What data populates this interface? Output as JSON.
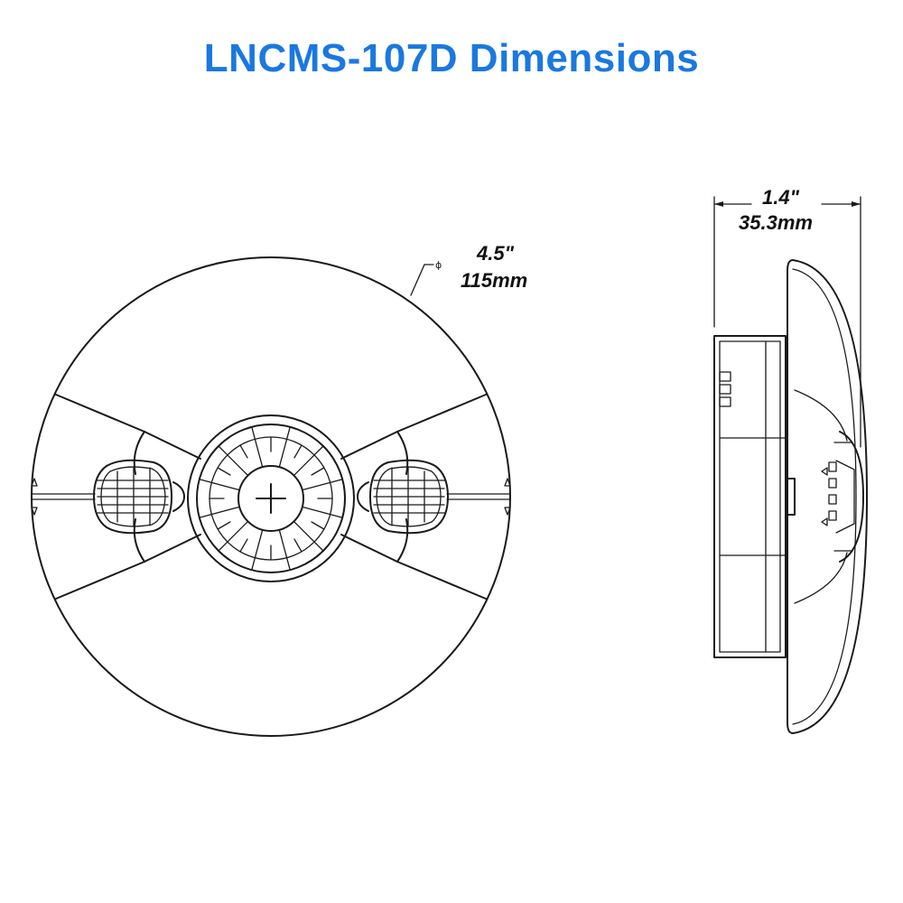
{
  "title": "LNCMS-107D Dimensions",
  "title_color": "#1a78e0",
  "front_view": {
    "diameter_symbol": "ϕ",
    "diameter_in": "4.5\"",
    "diameter_mm": "115mm"
  },
  "side_view": {
    "depth_in": "1.4\"",
    "depth_mm": "35.3mm"
  },
  "icons": {
    "center_lens": "plus-icon",
    "side_sensors": "grille-icon"
  }
}
